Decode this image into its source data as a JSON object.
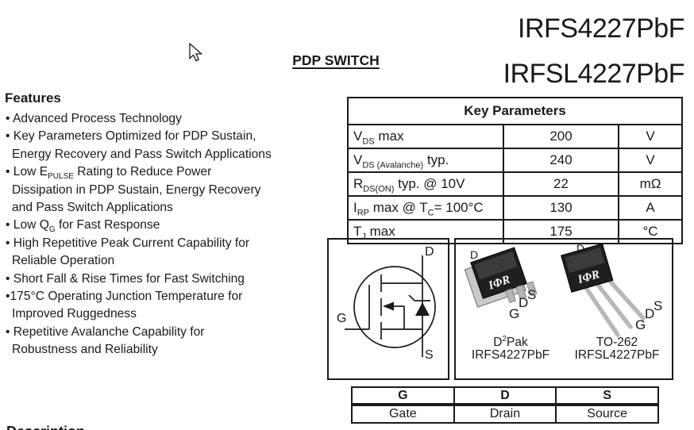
{
  "page": {
    "pdp_label": "PDP SWITCH",
    "title_line1": "IRFS4227PbF",
    "title_line2": "IRFSL4227PbF"
  },
  "colors": {
    "ink": "#1a1a1a",
    "paper": "#ffffff",
    "package_body": "#1f1f1f",
    "package_lead": "#b5b5b5"
  },
  "features": {
    "heading": "Features",
    "lines": [
      {
        "b": "• ",
        "segments": [
          {
            "t": "Advanced Process Technology"
          }
        ]
      },
      {
        "b": "• ",
        "segments": [
          {
            "t": "Key Parameters Optimized for PDP Sustain,"
          }
        ]
      },
      {
        "segments": [
          {
            "t": "Energy Recovery and Pass Switch Applications"
          }
        ]
      },
      {
        "b": "• ",
        "segments": [
          {
            "t": "Low E"
          },
          {
            "sub": "PULSE"
          },
          {
            "t": " Rating to Reduce Power"
          }
        ]
      },
      {
        "segments": [
          {
            "t": "Dissipation in PDP Sustain, Energy Recovery"
          }
        ]
      },
      {
        "segments": [
          {
            "t": "and Pass Switch Applications"
          }
        ]
      },
      {
        "b": "• ",
        "segments": [
          {
            "t": "Low Q"
          },
          {
            "sub": "G"
          },
          {
            "t": " for Fast Response"
          }
        ]
      },
      {
        "b": "• ",
        "segments": [
          {
            "t": "High Repetitive Peak Current Capability for"
          }
        ]
      },
      {
        "segments": [
          {
            "t": "Reliable Operation"
          }
        ]
      },
      {
        "b": "• ",
        "segments": [
          {
            "t": "Short Fall & Rise Times for Fast Switching"
          }
        ]
      },
      {
        "b": "•",
        "segments": [
          {
            "t": "175°C Operating Junction Temperature for"
          }
        ]
      },
      {
        "segments": [
          {
            "t": "Improved Ruggedness"
          }
        ]
      },
      {
        "b": "• ",
        "segments": [
          {
            "t": "Repetitive Avalanche Capability for"
          }
        ]
      },
      {
        "segments": [
          {
            "t": "Robustness and Reliability"
          }
        ]
      }
    ]
  },
  "key_parameters": {
    "title": "Key Parameters",
    "rows": [
      {
        "label": [
          {
            "t": "V"
          },
          {
            "sub": "DS"
          },
          {
            "t": " max"
          }
        ],
        "value": "200",
        "unit": "V"
      },
      {
        "label": [
          {
            "t": "V"
          },
          {
            "sub": "DS (Avalanche)"
          },
          {
            "t": " typ."
          }
        ],
        "value": "240",
        "unit": "V"
      },
      {
        "label": [
          {
            "t": "R"
          },
          {
            "sub": "DS(ON)"
          },
          {
            "t": " typ. @ 10V"
          }
        ],
        "value": "22",
        "unit": "mΩ"
      },
      {
        "label": [
          {
            "t": "I"
          },
          {
            "sub": "RP"
          },
          {
            "t": " max @ T"
          },
          {
            "sub": "C"
          },
          {
            "t": "= 100°C"
          }
        ],
        "value": "130",
        "unit": "A"
      },
      {
        "label": [
          {
            "t": "T"
          },
          {
            "sub": "J"
          },
          {
            "t": " max"
          }
        ],
        "value": "175",
        "unit": "°C"
      }
    ]
  },
  "symbol": {
    "d": "D",
    "g": "G",
    "s": "S"
  },
  "packages": {
    "logo": "IΦR",
    "left": {
      "top_label": "D",
      "pin_g": "G",
      "pin_d": "D",
      "pin_s": "S",
      "name_pre": "D",
      "name_sup": "2",
      "name_post": "Pak",
      "part": "IRFS4227PbF"
    },
    "right": {
      "top_label": "D",
      "pin_g": "G",
      "pin_d": "D",
      "pin_s": "S",
      "name": "TO-262",
      "part": "IRFSL4227PbF"
    }
  },
  "pin_table": {
    "headers": [
      "G",
      "D",
      "S"
    ],
    "cells": [
      "Gate",
      "Drain",
      "Source"
    ]
  },
  "footer": {
    "partial_heading": "Description"
  }
}
